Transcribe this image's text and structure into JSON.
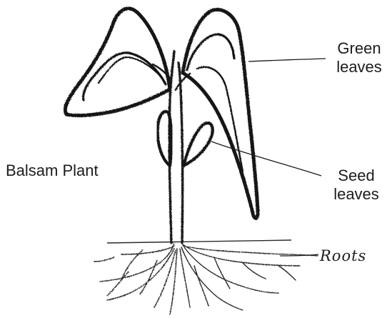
{
  "labels": {
    "plant_name": "Balsam Plant",
    "green_leaves_line1": "Green",
    "green_leaves_line2": "leaves",
    "seed_leaves_line1": "Seed",
    "seed_leaves_line2": "leaves",
    "roots": "Roots"
  },
  "colors": {
    "ink": "#1c1c1c",
    "background": "#ffffff"
  }
}
